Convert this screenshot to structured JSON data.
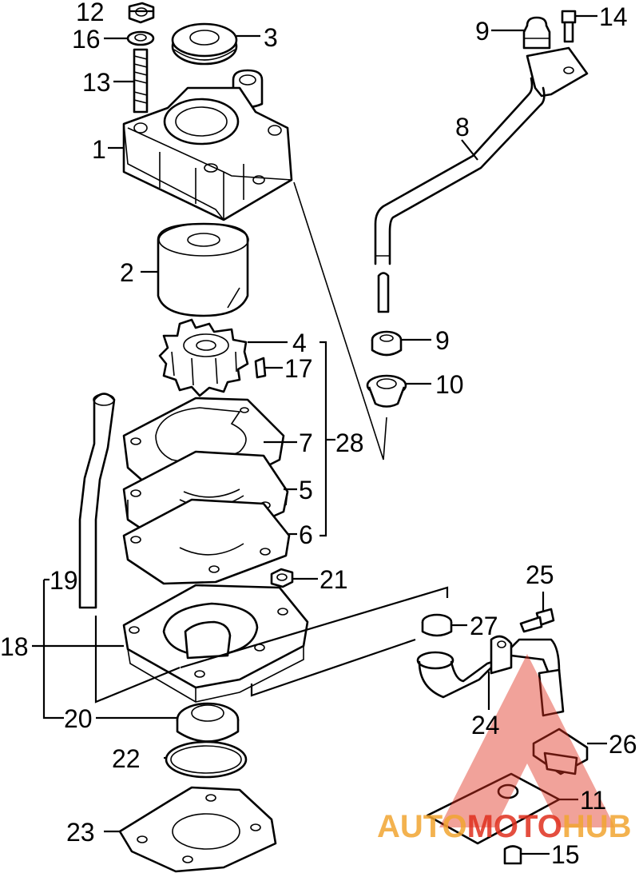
{
  "diagram": {
    "labels": [
      {
        "id": "1",
        "text": "1"
      },
      {
        "id": "2",
        "text": "2"
      },
      {
        "id": "3",
        "text": "3"
      },
      {
        "id": "4",
        "text": "4"
      },
      {
        "id": "5",
        "text": "5"
      },
      {
        "id": "6",
        "text": "6"
      },
      {
        "id": "7",
        "text": "7"
      },
      {
        "id": "8",
        "text": "8"
      },
      {
        "id": "9a",
        "text": "9"
      },
      {
        "id": "9b",
        "text": "9"
      },
      {
        "id": "10",
        "text": "10"
      },
      {
        "id": "11",
        "text": "11"
      },
      {
        "id": "12",
        "text": "12"
      },
      {
        "id": "13",
        "text": "13"
      },
      {
        "id": "14",
        "text": "14"
      },
      {
        "id": "15",
        "text": "15"
      },
      {
        "id": "16",
        "text": "16"
      },
      {
        "id": "17",
        "text": "17"
      },
      {
        "id": "18",
        "text": "18"
      },
      {
        "id": "19",
        "text": "19"
      },
      {
        "id": "20",
        "text": "20"
      },
      {
        "id": "21",
        "text": "21"
      },
      {
        "id": "22",
        "text": "22"
      },
      {
        "id": "23",
        "text": "23"
      },
      {
        "id": "24",
        "text": "24"
      },
      {
        "id": "25",
        "text": "25"
      },
      {
        "id": "26",
        "text": "26"
      },
      {
        "id": "27",
        "text": "27"
      },
      {
        "id": "28",
        "text": "28"
      }
    ]
  },
  "watermark": {
    "part1": "AUTO",
    "part2": "MOTO",
    "part3": "HUB",
    "color_triangle": "#e0301e",
    "color_auto": "#f2a531",
    "color_moto": "#e0301e",
    "color_hub": "#f2a531"
  }
}
